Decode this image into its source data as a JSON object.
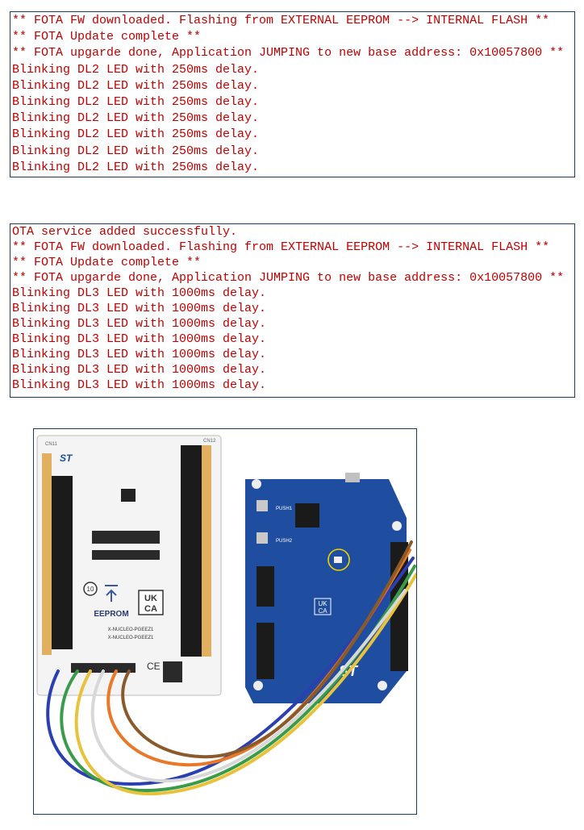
{
  "console_top": {
    "lines": [
      "** FOTA FW downloaded. Flashing from EXTERNAL EEPROM --> INTERNAL FLASH **",
      "** FOTA Update complete **",
      "** FOTA upgarde done, Application JUMPING to new base address: 0x10057800 **",
      "Blinking DL2 LED with 250ms delay.",
      "Blinking DL2 LED with 250ms delay.",
      "Blinking DL2 LED with 250ms delay.",
      "Blinking DL2 LED with 250ms delay.",
      "Blinking DL2 LED with 250ms delay.",
      "Blinking DL2 LED with 250ms delay.",
      "Blinking DL2 LED with 250ms delay."
    ]
  },
  "console_bottom": {
    "lines": [
      "OTA service added successfully.",
      "** FOTA FW downloaded. Flashing from EXTERNAL EEPROM --> INTERNAL FLASH **",
      "** FOTA Update complete **",
      "** FOTA upgarde done, Application JUMPING to new base address: 0x10057800 **",
      "Blinking DL3 LED with 1000ms delay.",
      "Blinking DL3 LED with 1000ms delay.",
      "Blinking DL3 LED with 1000ms delay.",
      "Blinking DL3 LED with 1000ms delay.",
      "Blinking DL3 LED with 1000ms delay.",
      "Blinking DL3 LED with 1000ms delay.",
      "Blinking DL3 LED with 1000ms delay."
    ]
  },
  "photo": {
    "eeprom_board": {
      "label_main": "EEPROM",
      "label_ukca_top": "UK",
      "label_ukca_bottom": "CA",
      "label_part_1": "X-NUCLEO-PGEEZ1",
      "label_part_2": "X-NUCLEO-PGEEZ1",
      "label_cn11": "CN11",
      "label_cn12": "CN12",
      "label_ce": "CE",
      "label_badge": "10",
      "label_st": "ST"
    },
    "nucleo_board": {
      "label_st": "ST",
      "label_push1": "PUSH1",
      "label_push2": "PUSH2",
      "label_ukca_top": "UK",
      "label_ukca_bottom": "CA"
    },
    "colors": {
      "eeprom_pcb": "#f4f4f4",
      "nucleo_pcb": "#1f4ea0",
      "header_black": "#1b1b1b",
      "wire_blue": "#2a3fb0",
      "wire_green": "#3a9c4a",
      "wire_yellow": "#e8c23a",
      "wire_orange": "#e8782a",
      "wire_white": "#d8d8d8",
      "wire_brown": "#8a5a2a",
      "led_highlight": "#f0d000"
    }
  }
}
